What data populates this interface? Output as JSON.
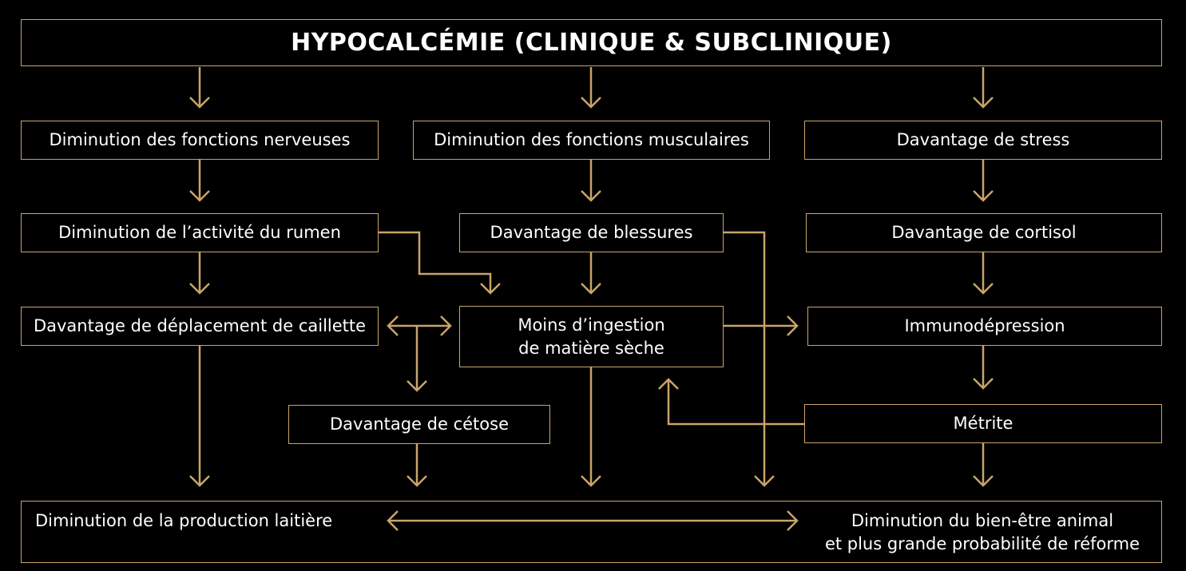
{
  "title": "HYPOCALCÉMIE (CLINIQUE & SUBCLINIQUE)",
  "row1": {
    "nerveuses": "Diminution des fonctions nerveuses",
    "musculaires": "Diminution des fonctions musculaires",
    "stress": "Davantage de stress"
  },
  "row2": {
    "rumen": "Diminution de l’activité du rumen",
    "blessures": "Davantage de blessures",
    "cortisol": "Davantage de cortisol"
  },
  "row3": {
    "caillette": "Davantage de déplacement de caillette",
    "ingestion": "Moins d’ingestion\nde matière sèche",
    "immuno": "Immunodépression"
  },
  "row4": {
    "cetose": "Davantage de cétose",
    "metrite": "Métrite"
  },
  "bottom": {
    "lait": "Diminution de la production laitière",
    "bienetre": "Diminution du bien-être animal\net plus grande probabilité de réforme"
  },
  "colors": {
    "accent": "#c9a46a",
    "background": "#000000",
    "text": "#ffffff"
  }
}
